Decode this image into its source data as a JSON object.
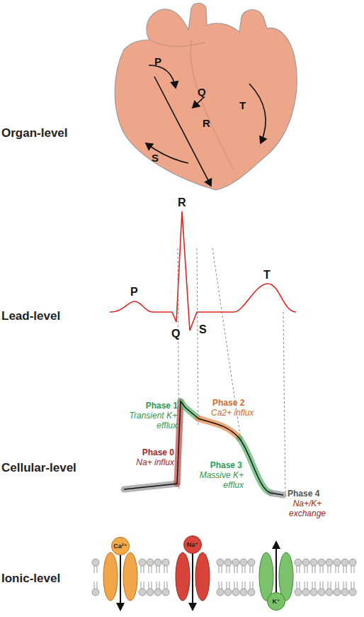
{
  "diagram": {
    "nodes": [
      {
        "text": [
          "Ca²⁺"
        ]
      },
      {
        "text": [
          "Na⁺"
        ]
      },
      {
        "text": [
          "K⁺"
        ]
      }
    ],
    "labels": [
      "Organ-level",
      "P",
      "Q",
      "T",
      "S",
      "R",
      "R",
      "P",
      "T",
      "Lead-level",
      "Q",
      "S",
      "Phase 1",
      "Transient K+ efflux",
      "Phase 2",
      "Ca2+ influx",
      "Phase 0",
      "Na+ influx",
      "Phase 3",
      "Massive K+ efflux",
      "Cellular-level",
      "Phase 4",
      "Na+/K+ exchange",
      "Ionic-level"
    ]
  }
}
